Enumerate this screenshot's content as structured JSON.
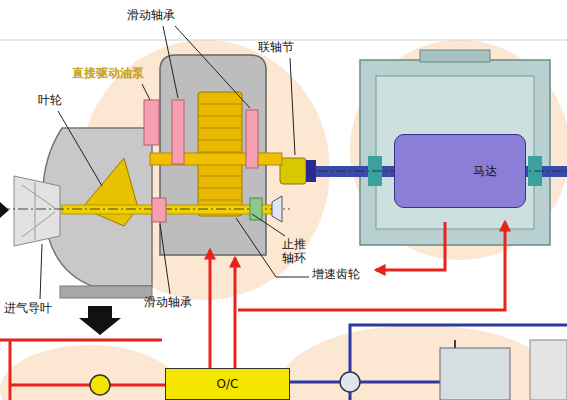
{
  "diagram": {
    "nodes": [
      {
        "text": [
          "马达"
        ]
      },
      {
        "text": [
          "O/C"
        ]
      }
    ],
    "labels": [
      "滑动轴承",
      "联轴节",
      "直接驱动油泵",
      "叶轮",
      "止推 轴环",
      "增速齿轮",
      "滑动轴承",
      "进气导叶"
    ]
  }
}
